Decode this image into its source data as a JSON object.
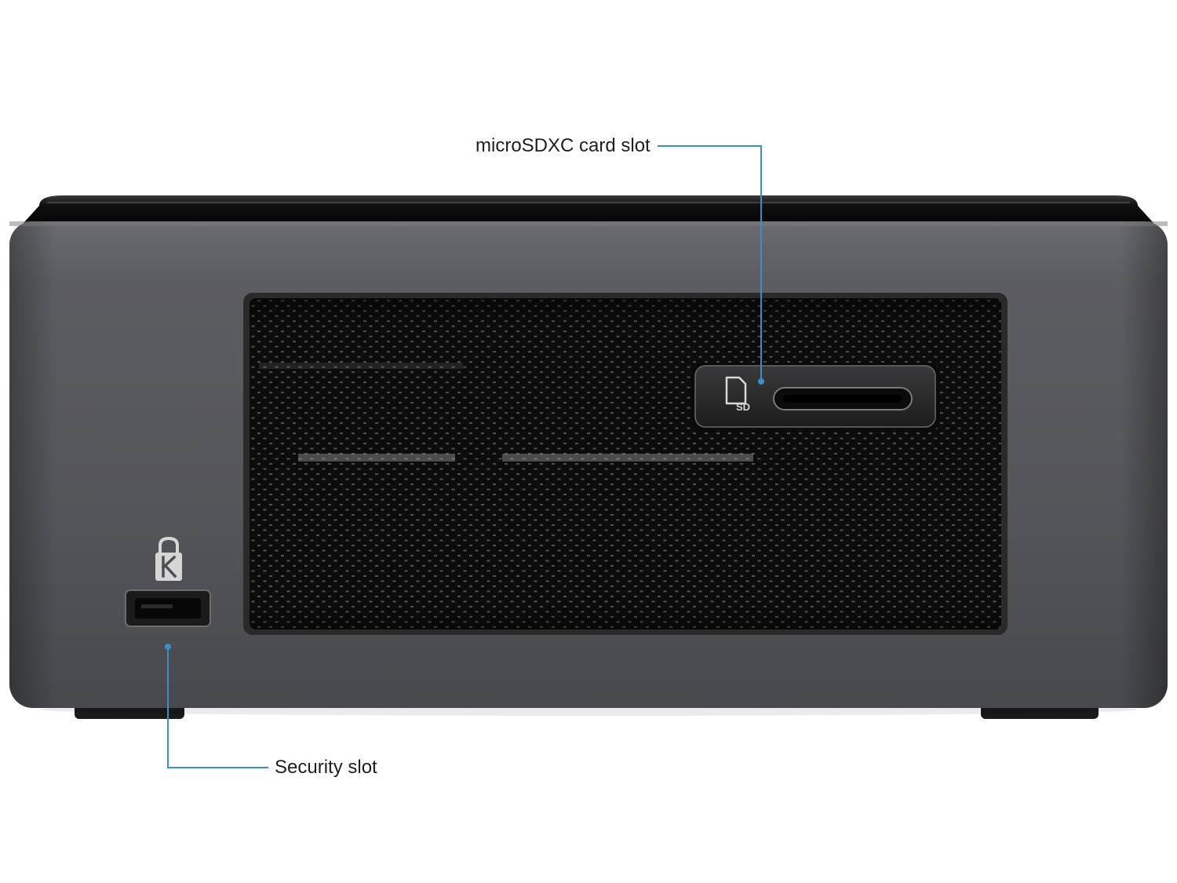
{
  "callouts": {
    "microsd": {
      "label": "microSDXC card slot"
    },
    "security": {
      "label": "Security slot"
    }
  },
  "device": {
    "sd_icon_text": "SD"
  },
  "icons": {
    "kensington_lock": "kensington-lock-icon",
    "sd_card": "sd-card-icon"
  },
  "colors": {
    "background": "#ffffff",
    "callout_line": "#3a8fc6",
    "chassis_body": "#545558",
    "chassis_top": "#111111",
    "grille_hole": "#0d0d0d",
    "label_text": "#1e1e1e"
  }
}
